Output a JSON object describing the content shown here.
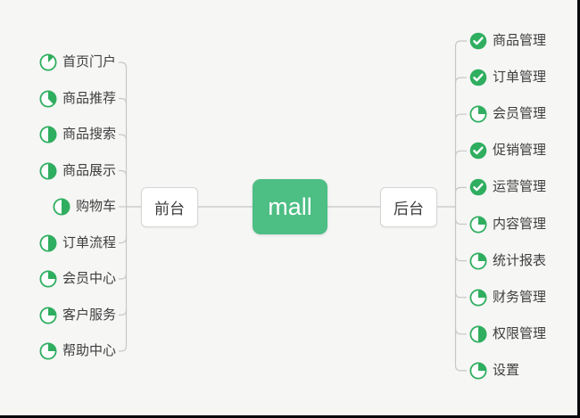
{
  "app": {
    "type": "mind-map",
    "background": "#f6f6f5",
    "frame_edge_color": "#07080c"
  },
  "colors": {
    "center_node_green": "#4dbe84",
    "task_icon_green": "#2fae5f",
    "connector_gray": "#c7c7c7",
    "node_border_gray": "#d5d5d5",
    "node_text": "#3c3c3c",
    "topic_text": "#3e3e3e",
    "center_text": "#ffffff"
  },
  "center_node": {
    "label": "mall"
  },
  "left_branch": {
    "label": "前台",
    "items": [
      {
        "label": "首页门户",
        "progress": "1/8",
        "icon": "task-progress-icon"
      },
      {
        "label": "商品推荐",
        "progress": "3/8",
        "icon": "task-progress-icon"
      },
      {
        "label": "商品搜索",
        "progress": "1/2",
        "icon": "task-progress-icon"
      },
      {
        "label": "商品展示",
        "progress": "1/2",
        "icon": "task-progress-icon"
      },
      {
        "label": "购物车",
        "progress": "1/2",
        "icon": "task-progress-icon"
      },
      {
        "label": "订单流程",
        "progress": "1/2",
        "icon": "task-progress-icon"
      },
      {
        "label": "会员中心",
        "progress": "1/4",
        "icon": "task-progress-icon"
      },
      {
        "label": "客户服务",
        "progress": "1/4",
        "icon": "task-progress-icon"
      },
      {
        "label": "帮助中心",
        "progress": "1/4",
        "icon": "task-progress-icon"
      }
    ]
  },
  "right_branch": {
    "label": "后台",
    "items": [
      {
        "label": "商品管理",
        "progress": "done",
        "icon": "task-done-icon"
      },
      {
        "label": "订单管理",
        "progress": "done",
        "icon": "task-done-icon"
      },
      {
        "label": "会员管理",
        "progress": "1/4",
        "icon": "task-progress-icon"
      },
      {
        "label": "促销管理",
        "progress": "done",
        "icon": "task-done-icon"
      },
      {
        "label": "运营管理",
        "progress": "done",
        "icon": "task-done-icon"
      },
      {
        "label": "内容管理",
        "progress": "1/4",
        "icon": "task-progress-icon"
      },
      {
        "label": "统计报表",
        "progress": "1/4",
        "icon": "task-progress-icon"
      },
      {
        "label": "财务管理",
        "progress": "1/4",
        "icon": "task-progress-icon"
      },
      {
        "label": "权限管理",
        "progress": "1/2",
        "icon": "task-progress-icon"
      },
      {
        "label": "设置",
        "progress": "1/4",
        "icon": "task-progress-icon"
      }
    ]
  }
}
